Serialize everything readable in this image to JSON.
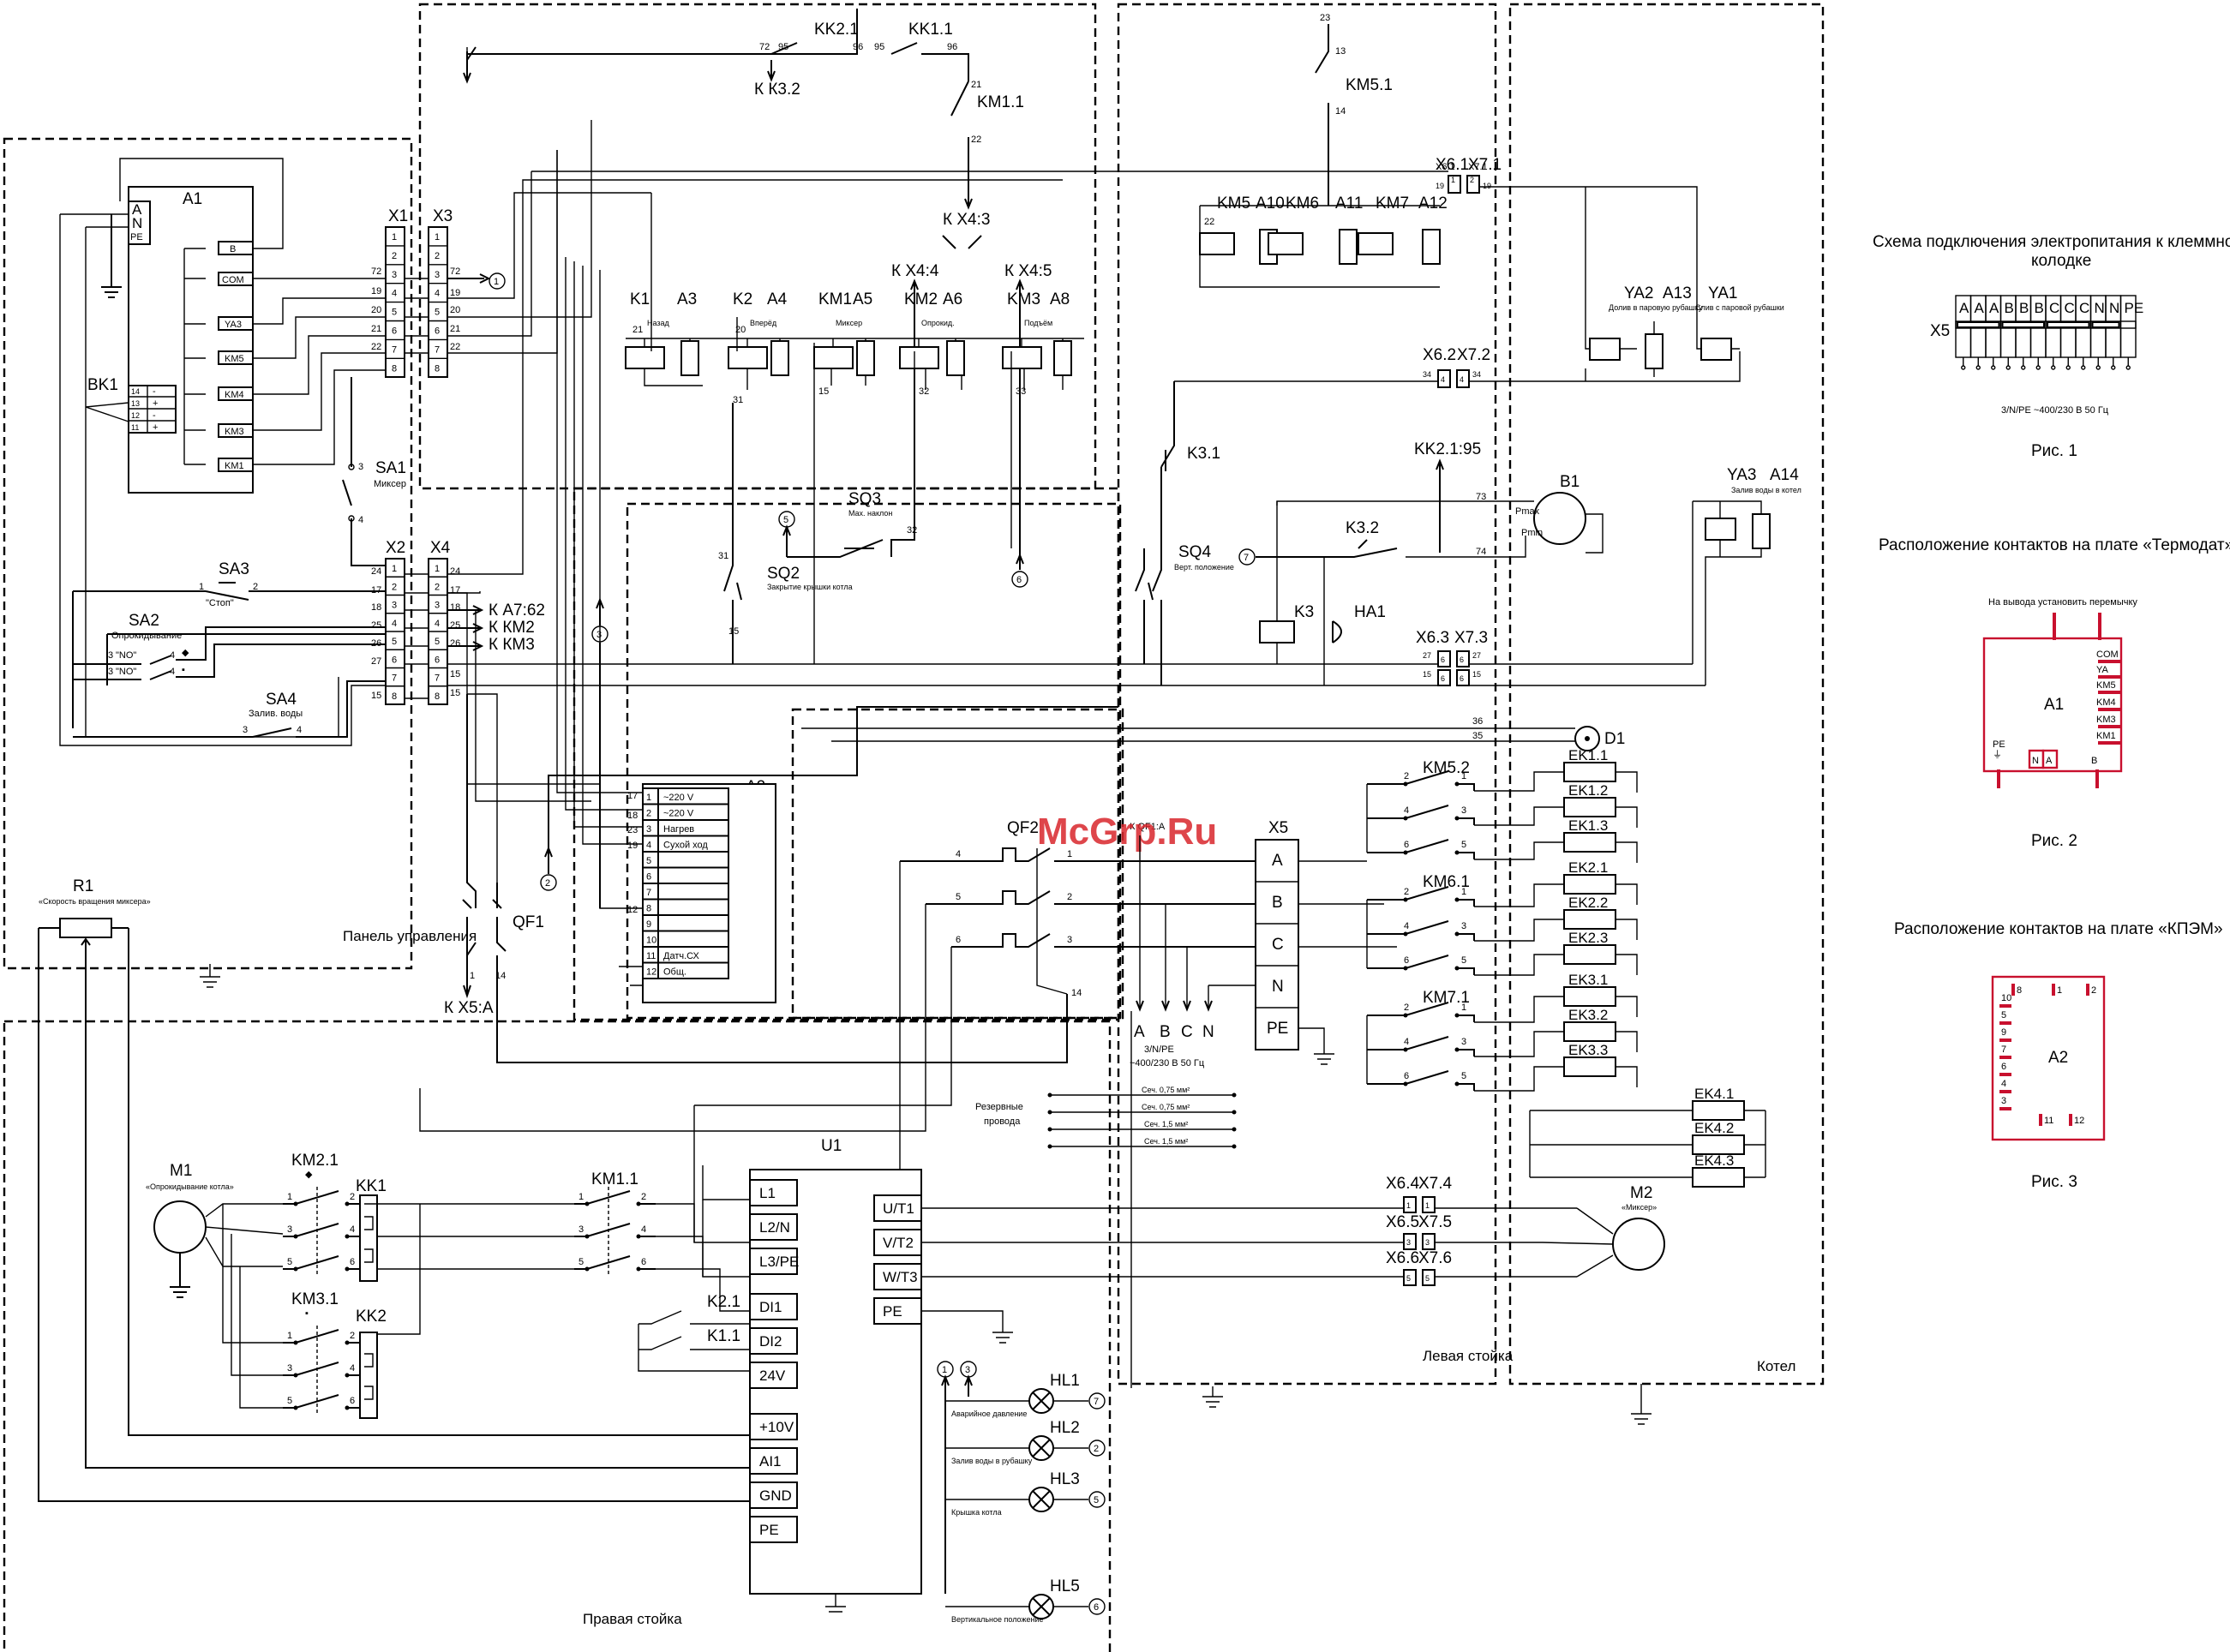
{
  "watermark": "McGrp.Ru",
  "blocks": {
    "panel": "Панель управления",
    "left_rack": "Левая стойка",
    "right_rack": "Правая стойка",
    "boiler": "Котел"
  },
  "a1": {
    "title": "A1",
    "pins": [
      "A",
      "N",
      "PE"
    ],
    "contacts": [
      "B",
      "COM",
      "YA3",
      "KM5",
      "KM4",
      "KM3",
      "KM1"
    ],
    "bk1": "BK1",
    "bk_pins": [
      "14",
      "13",
      "12",
      "11"
    ],
    "bk_marks": [
      "-",
      "+",
      "-",
      "+"
    ]
  },
  "x1": {
    "title": "X1",
    "pins": [
      "1",
      "2",
      "3",
      "4",
      "5",
      "6",
      "7",
      "8"
    ],
    "wires": [
      "72",
      "19",
      "20",
      "21",
      "22"
    ]
  },
  "x2": {
    "title": "X2",
    "pins": [
      "1",
      "2",
      "3",
      "4",
      "5",
      "6",
      "7",
      "8"
    ],
    "wires": [
      "24",
      "17",
      "18",
      "25",
      "26",
      "27",
      "15"
    ]
  },
  "x3": {
    "title": "X3",
    "pins": [
      "1",
      "2",
      "3",
      "4",
      "5",
      "6",
      "7",
      "8"
    ],
    "wires": [
      "72",
      "19",
      "20",
      "21",
      "22"
    ]
  },
  "x4": {
    "title": "X4",
    "pins": [
      "1",
      "2",
      "3",
      "4",
      "5",
      "6",
      "7",
      "8"
    ],
    "wires": [
      "24",
      "17",
      "18",
      "25",
      "26",
      "15",
      "15"
    ],
    "refs": [
      "К А7:62",
      "К КМ2",
      "К КМ3"
    ]
  },
  "switches": {
    "sa1": "SA1",
    "sa1_sub": "Миксер",
    "sa1_pins": [
      "3",
      "4"
    ],
    "sa3": "SA3",
    "sa3_sub": "\"Стоп\"",
    "sa3_pins": [
      "1",
      "2"
    ],
    "sa2": "SA2",
    "sa2_sub": "Опрокидывание",
    "sa2_no": "\"NO\"",
    "sa2_pins": [
      "3",
      "4",
      "3",
      "4"
    ],
    "sa4": "SA4",
    "sa4_sub": "Залив. воды",
    "sa4_pins": [
      "3",
      "4"
    ]
  },
  "r1": {
    "title": "R1",
    "sub": "«Скорость вращения миксера»"
  },
  "chain": {
    "kk21": "KK2.1",
    "kk11": "KK1.1",
    "km11": "KM1.1",
    "pins": [
      "72",
      "95",
      "96",
      "95",
      "96",
      "21",
      "22"
    ],
    "k_k32": "К К3.2",
    "k_x43": "К X4:3",
    "k_x44": "К X4:4",
    "k_x45": "К X4:5"
  },
  "relays": [
    {
      "label": "K1",
      "sub": "Назад",
      "pin": "21"
    },
    {
      "label": "A3",
      "sub": "",
      "pin": ""
    },
    {
      "label": "K2",
      "sub": "Вперёд",
      "pin": "20"
    },
    {
      "label": "A4",
      "sub": "",
      "pin": ""
    },
    {
      "label": "KM1",
      "sub": "Миксер",
      "pin": ""
    },
    {
      "label": "A5",
      "sub": "",
      "pin": ""
    },
    {
      "label": "KM2",
      "sub": "Опрокид.",
      "pin": ""
    },
    {
      "label": "A6",
      "sub": "",
      "pin": ""
    },
    {
      "label": "KM3",
      "sub": "Подъём",
      "pin": ""
    },
    {
      "label": "A8",
      "sub": "",
      "pin": ""
    }
  ],
  "relay_wires": [
    "31",
    "15",
    "32",
    "33"
  ],
  "sq": {
    "sq2": "SQ2",
    "sq2_sub": "Закрытие крышки котла",
    "sq2_pins": [
      "31",
      "15"
    ],
    "sq3": "SQ3",
    "sq3_sub": "Max. наклон",
    "sq3_pin": "32",
    "sq4": "SQ4",
    "sq4_sub": "Верт. положение"
  },
  "boiler_top": {
    "km51": "KM5.1",
    "pins": [
      "23",
      "13",
      "14"
    ],
    "x61": "X6.1",
    "x71": "X7.1",
    "x_wires": [
      "19",
      "19"
    ],
    "x_pins": [
      "1",
      "2"
    ],
    "coils": [
      "KM5",
      "A10",
      "KM6",
      "A11",
      "KM7",
      "A12"
    ],
    "coil_pin": "22",
    "x62": "X6.2",
    "x72": "X7.2",
    "x62_wires": [
      "34",
      "34"
    ],
    "x62_pins": [
      "4",
      "4"
    ],
    "ya2": "YA2",
    "ya2_sub": "Долив в паровую рубашку",
    "a13": "A13",
    "ya1": "YA1",
    "ya1_sub": "Слив с паровой рубашки",
    "k31": "K3.1",
    "kk295": "KK2.1:95",
    "b1": "B1",
    "pmax": "Pmax",
    "pmin": "Pmin",
    "b_wires": [
      "73",
      "74"
    ],
    "k32": "K3.2",
    "k3": "K3",
    "ha1": "HA1",
    "ya3": "YA3",
    "a14": "A14",
    "ya3_sub": "Залив воды в котел",
    "x63": "X6.3",
    "x73": "X7.3",
    "x63_wires": [
      "27",
      "15",
      "27",
      "15"
    ],
    "x63_pins": [
      "6",
      "6",
      "6",
      "6"
    ],
    "d1": "D1",
    "d_wires": [
      "36",
      "35"
    ]
  },
  "a2": {
    "title": "A2",
    "rows": [
      {
        "n": "1",
        "t": "~220 V"
      },
      {
        "n": "2",
        "t": "~220 V"
      },
      {
        "n": "3",
        "t": "Нагрев"
      },
      {
        "n": "4",
        "t": "Сухой ход"
      },
      {
        "n": "5",
        "t": ""
      },
      {
        "n": "6",
        "t": ""
      },
      {
        "n": "7",
        "t": ""
      },
      {
        "n": "8",
        "t": ""
      },
      {
        "n": "9",
        "t": ""
      },
      {
        "n": "10",
        "t": ""
      },
      {
        "n": "11",
        "t": "Датч.СХ"
      },
      {
        "n": "12",
        "t": "Общ."
      }
    ],
    "wires": [
      "17",
      "18",
      "23",
      "19",
      "12"
    ]
  },
  "power": {
    "qf1": "QF1",
    "qf1_pins": [
      "1",
      "14"
    ],
    "k_x5a": "К X5:A",
    "qf2": "QF2",
    "qf2_pins": [
      "4",
      "1",
      "5",
      "2",
      "6",
      "3",
      "14"
    ],
    "k_qf1a": "К QF1:A",
    "x5": "X5",
    "x5_pins": [
      "A",
      "B",
      "C",
      "N",
      "PE"
    ],
    "abcn": [
      "A",
      "B",
      "C",
      "N"
    ],
    "supply": "3/N/PE\n~400/230 В 50 Гц",
    "supply_l1": "3/N/PE",
    "supply_l2": "~400/230 В 50 Гц",
    "spare": "Резервные провода",
    "spare_l1": "Резервные",
    "spare_l2": "провода",
    "sections": [
      "Сеч. 0,75 мм²",
      "Сеч. 0,75 мм²",
      "Сеч. 1,5 мм²",
      "Сеч. 1,5 мм²"
    ]
  },
  "heaters": {
    "km52": "KM5.2",
    "km61": "KM6.1",
    "km71": "KM7.1",
    "pins": [
      "2",
      "1",
      "4",
      "3",
      "6",
      "5"
    ],
    "ek": [
      "EK1.1",
      "EK1.2",
      "EK1.3",
      "EK2.1",
      "EK2.2",
      "EK2.3",
      "EK3.1",
      "EK3.2",
      "EK3.3",
      "EK4.1",
      "EK4.2",
      "EK4.3"
    ]
  },
  "motors": {
    "m1": "M1",
    "m1_sub": "«Опрокидывание котла»",
    "km21": "KM2.1",
    "kk1": "KK1",
    "km31": "KM3.1",
    "kk2": "KK2",
    "km11b": "KM1.1",
    "mpins": [
      "1",
      "2",
      "3",
      "4",
      "5",
      "6"
    ],
    "m2": "M2",
    "m2_sub": "«Миксер»",
    "x64": "X6.4",
    "x74": "X7.4",
    "x65": "X6.5",
    "x75": "X7.5",
    "x66": "X6.6",
    "x76": "X7.6",
    "x6_pins": [
      "1",
      "1",
      "3",
      "3",
      "5",
      "5"
    ]
  },
  "u1": {
    "title": "U1",
    "left": [
      "L1",
      "L2/N",
      "L3/PE",
      "DI1",
      "DI2",
      "24V",
      "+10V",
      "AI1",
      "GND",
      "PE"
    ],
    "right": [
      "U/T1",
      "V/T2",
      "W/T3",
      "PE"
    ],
    "k21": "K2.1",
    "k11": "K1.1"
  },
  "lamps": [
    {
      "label": "HL1",
      "sub": "Аварийное давление",
      "ref": "7"
    },
    {
      "label": "HL2",
      "sub": "Залив воды в рубашку",
      "ref": "2"
    },
    {
      "label": "HL3",
      "sub": "Крышка котла",
      "ref": "5"
    },
    {
      "label": "HL5",
      "sub": "Вертикальное положение",
      "ref": "6"
    }
  ],
  "lamp_refs": [
    "1",
    "3"
  ],
  "nodes": [
    "1",
    "2",
    "3",
    "5",
    "6",
    "7"
  ],
  "fig1": {
    "title": "Схема подключения электропитания к клеммной колодке",
    "title_l1": "Схема подключения электропитания к клеммной",
    "title_l2": "колодке",
    "x5": "X5",
    "cells": [
      "A",
      "A",
      "A",
      "B",
      "B",
      "B",
      "C",
      "C",
      "C",
      "N",
      "N",
      "PE"
    ],
    "supply": "3/N/PE ~400/230 В 50 Гц",
    "caption": "Рис. 1"
  },
  "fig2": {
    "title": "Расположение контактов на плате «Термодат»",
    "note": "На вывода установить перемычку",
    "a1": "A1",
    "pins": [
      "COM",
      "YA",
      "KM5",
      "KM4",
      "KM3",
      "KM1"
    ],
    "bottom": [
      "PE",
      "N",
      "A",
      "B"
    ],
    "caption": "Рис. 2"
  },
  "fig3": {
    "title": "Расположение контактов на плате «КПЭМ»",
    "a2": "A2",
    "top": [
      "8",
      "1",
      "2"
    ],
    "left": [
      "10",
      "5",
      "9",
      "7",
      "6",
      "4",
      "3"
    ],
    "bottom": [
      "11",
      "12"
    ],
    "caption": "Рис. 3"
  },
  "colors": {
    "ink": "#000000",
    "accent": "#c8102e",
    "watermark": "#d9262c"
  }
}
